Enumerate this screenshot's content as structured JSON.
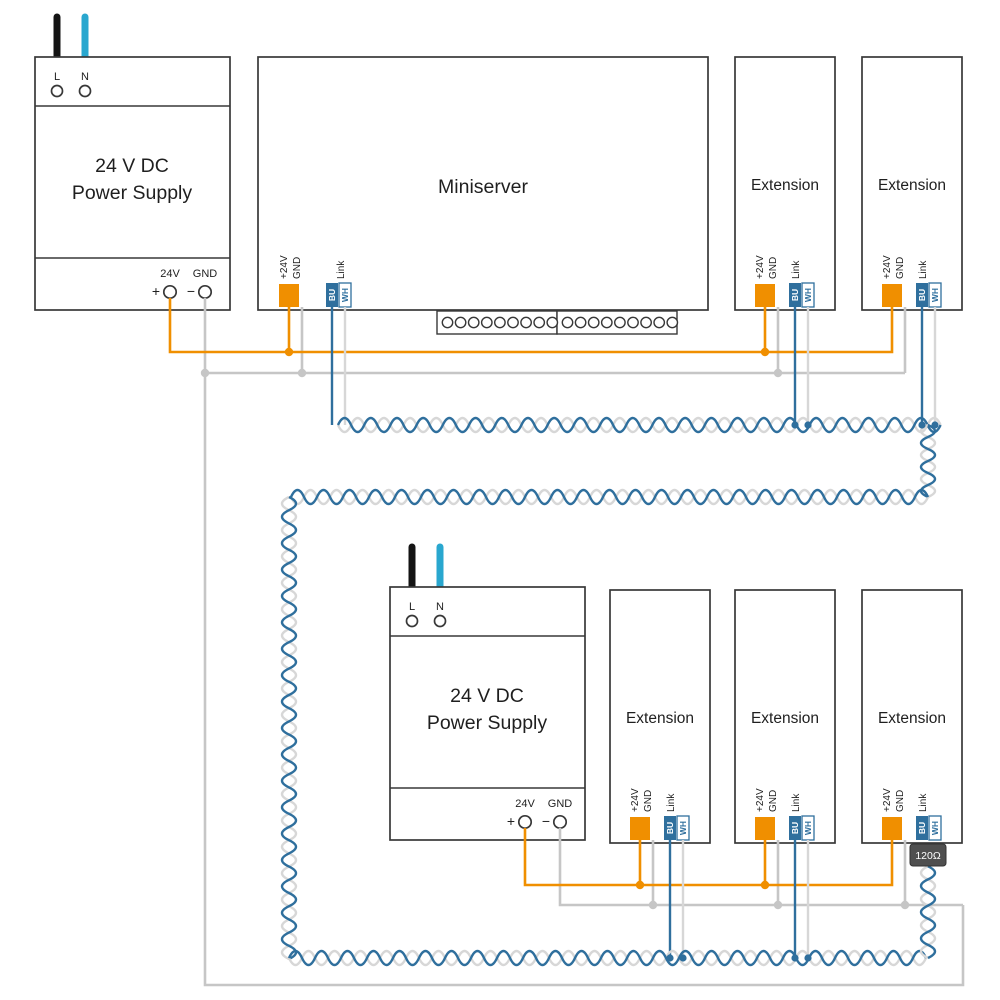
{
  "labels": {
    "terminal_l": "L",
    "terminal_n": "N",
    "v24": "24V",
    "gnd": "GND",
    "plus24v": "+24V",
    "link": "Link",
    "bu": "BU",
    "wh": "WH",
    "plus": "+",
    "minus": "−"
  },
  "devices": {
    "psu1": {
      "title_line1": "24 V DC",
      "title_line2": "Power Supply"
    },
    "miniserver": {
      "title": "Miniserver"
    },
    "ext1": {
      "title": "Extension"
    },
    "ext2": {
      "title": "Extension"
    },
    "psu2": {
      "title_line1": "24 V DC",
      "title_line2": "Power Supply"
    },
    "ext3": {
      "title": "Extension"
    },
    "ext4": {
      "title": "Extension"
    },
    "ext5": {
      "title": "Extension"
    }
  },
  "terminator": {
    "label": "120Ω"
  },
  "colors": {
    "orange": "#F08F00",
    "blue": "#2F6F9D",
    "wire_gray": "#C6C6C6",
    "wire_white": "#D7D7D7",
    "cyan": "#29A7CF",
    "terminator_bg": "#4F4F4F"
  }
}
